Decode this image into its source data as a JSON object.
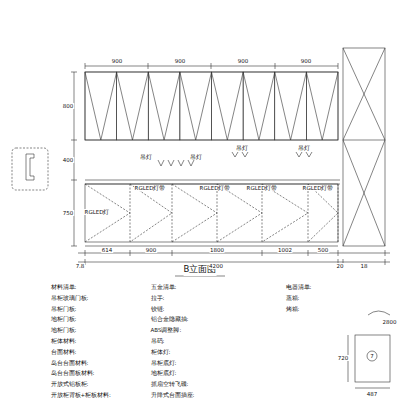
{
  "diagram": {
    "title": "B立面图",
    "labels": [
      "900",
      "900",
      "900",
      "900",
      "800",
      "400",
      "750",
      "吊灯",
      "吊灯",
      "吊灯",
      "吊灯",
      "RGLED灯带",
      "RGLED灯带",
      "RGLED灯带",
      "RGLED灯带",
      "RGLED灯",
      "614",
      "900",
      "1800",
      "1002",
      "500",
      "7.8",
      "4200",
      "20",
      "18",
      "材料清单:",
      "吊柜玻璃门板:",
      "吊柜门板:",
      "地柜门板:",
      "地柜门板:",
      "柜体材料:",
      "台面材料:",
      "岛台台面材料:",
      "岛台台面板材料:",
      "开放式铝板柜:",
      "开放柜背板+柜板材料:",
      "五金清单:",
      "拉手:",
      "铰链:",
      "铝合金隐藏抽:",
      "ABS调整脚:",
      "吊码:",
      "柜体灯:",
      "吊柜底灯:",
      "地柜底灯:",
      "抓扇空转飞碟:",
      "升降式台面插座:",
      "电器清单:",
      "蒸箱:",
      "烤箱:",
      "7",
      "720",
      "487",
      "2800"
    ]
  }
}
